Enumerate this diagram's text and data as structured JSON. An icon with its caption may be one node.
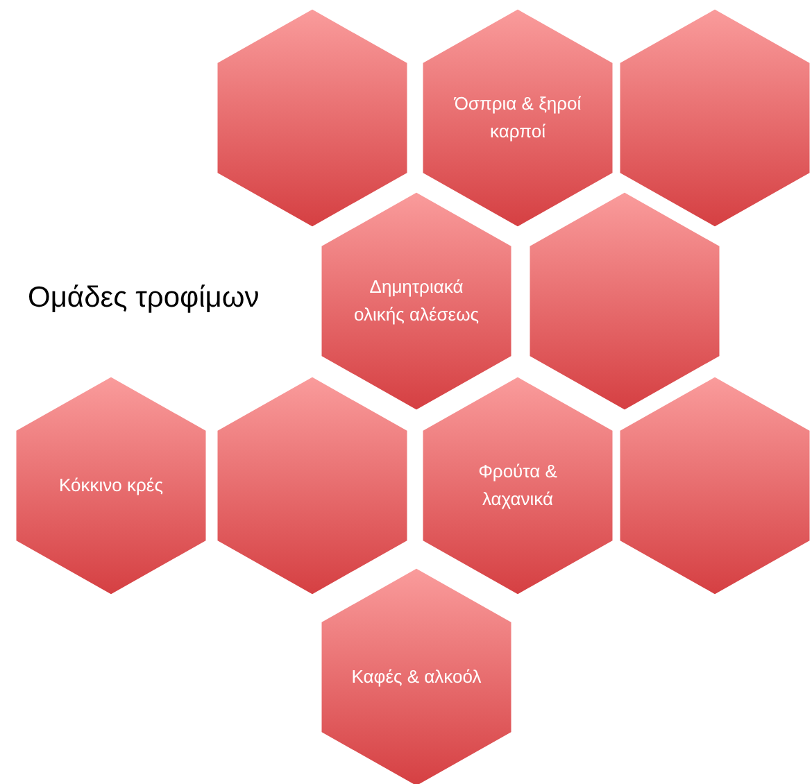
{
  "diagram": {
    "title": "Ομάδες τροφίμων",
    "nodes": [
      {
        "text": [],
        "shape": "hexagon"
      },
      {
        "text": [
          "Όσπρια & ξηροί καρποί"
        ]
      },
      {
        "text": [],
        "shape": "hexagon"
      },
      {
        "text": [
          "Δημητριακά ολικής αλέσεως"
        ]
      },
      {
        "text": [],
        "shape": "hexagon"
      },
      {
        "text": [
          "Κόκκινο κρές"
        ]
      },
      {
        "text": [],
        "shape": "hexagon"
      },
      {
        "text": [
          "Φρούτα & λαχανικά"
        ]
      },
      {
        "text": [],
        "shape": "hexagon"
      },
      {
        "text": [
          "Καφές & αλκοόλ"
        ]
      }
    ]
  }
}
